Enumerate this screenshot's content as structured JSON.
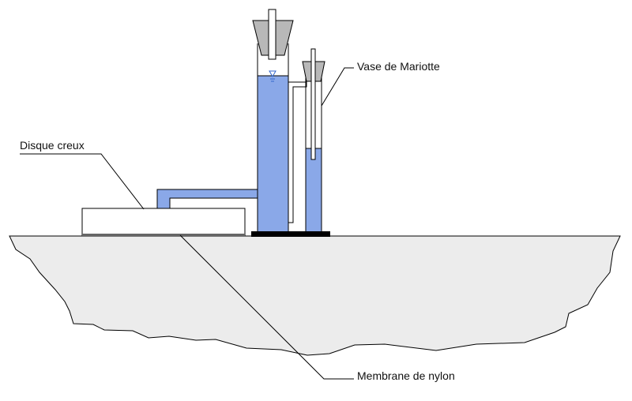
{
  "labels": {
    "hollow_disc": "Disque creux",
    "mariotte_vessel": "Vase de Mariotte",
    "nylon_membrane": "Membrane de nylon"
  },
  "colors": {
    "water": "#8aa8e8",
    "ground": "#ececec",
    "outline": "#000000",
    "stopper": "#b8b8b8",
    "base_plate": "#000000",
    "membrane": "#666666",
    "water_level_marker": "#3366cc"
  },
  "icons": {
    "water_level": "water-level-triangle-icon"
  }
}
